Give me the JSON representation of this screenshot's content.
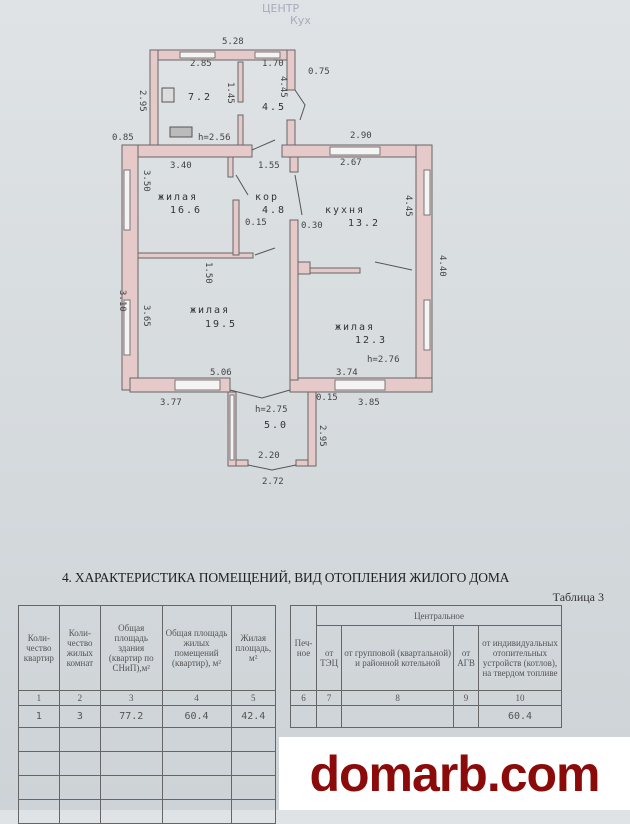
{
  "pencil_notes": [
    "ЦЕНТР",
    "Кух"
  ],
  "plan": {
    "rooms": [
      {
        "name": "",
        "area": "7.2"
      },
      {
        "name": "",
        "area": "4.5"
      },
      {
        "name": "жилая",
        "area": "16.6"
      },
      {
        "name": "кор",
        "area": "4.8"
      },
      {
        "name": "кухня",
        "area": "13.2"
      },
      {
        "name": "жилая",
        "area": "19.5"
      },
      {
        "name": "жилая",
        "area": "12.3"
      },
      {
        "name": "",
        "area": "5.0"
      }
    ],
    "heights": [
      "h=2.56",
      "h=2.76",
      "h=2.75"
    ],
    "dims": [
      "5.28",
      "2.85",
      "1.70",
      "0.75",
      "2.95",
      "0.85",
      "3.40",
      "1.55",
      "2.90",
      "2.67",
      "0.15",
      "0.30",
      "3.77",
      "5.06",
      "3.74",
      "3.85",
      "0.15",
      "2.20",
      "2.72",
      "1.45",
      "4.45",
      "3.10",
      "4.40",
      "3.50",
      "3.65",
      "1.50",
      "2.95",
      "4.45"
    ]
  },
  "section_title": "4. ХАРАКТЕРИСТИКА ПОМЕЩЕНИЙ, ВИД ОТОПЛЕНИЯ ЖИЛОГО ДОМА",
  "table_label": "Таблица 3",
  "table_left": {
    "headers": [
      "Коли-чество квартир",
      "Коли-чество жилых комнат",
      "Общая площадь здания (квартир по СНиП),м²",
      "Общая площадь жилых помещений (квартир), м²",
      "Жилая площадь, м²"
    ],
    "numbers": [
      "1",
      "2",
      "3",
      "4",
      "5"
    ],
    "row": [
      "1",
      "3",
      "77.2",
      "60.4",
      "42.4"
    ]
  },
  "table_right": {
    "group_header": "Центральное",
    "headers": [
      "Печ-ное",
      "от ТЭЦ",
      "от групповой (квартальной) и районной котельной",
      "от АГВ",
      "от индивидуальных отопительных устройств (котлов), на твердом топливе"
    ],
    "numbers": [
      "6",
      "7",
      "8",
      "9",
      "10"
    ],
    "row": [
      "",
      "",
      "",
      "",
      "60.4"
    ]
  },
  "watermark": "domarb.com"
}
